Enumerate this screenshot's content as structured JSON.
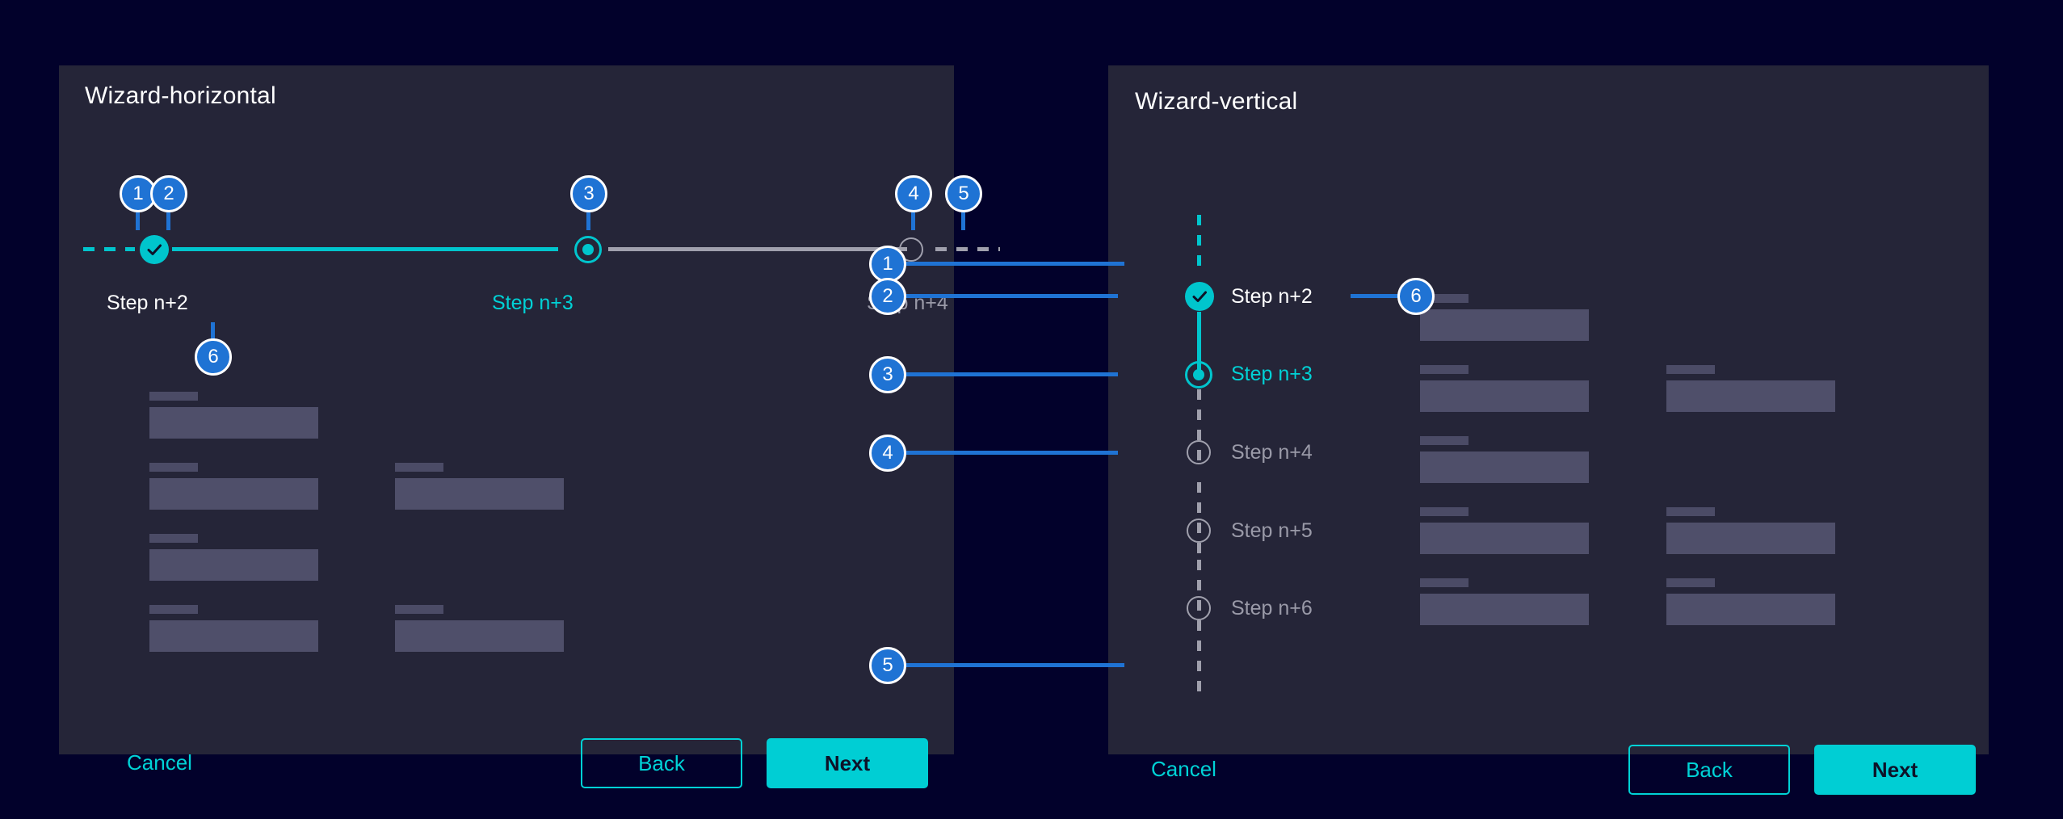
{
  "colors": {
    "page_background": "#02012b",
    "card_background": "#252538",
    "accent_teal": "#00ced4",
    "accent_blue": "#1f73d4",
    "skeleton_label": "#4b4b66",
    "skeleton_field": "#4f4f6a",
    "inactive_grey": "#a0a0ad",
    "text_white": "#ffffff"
  },
  "horizontal": {
    "title": "Wizard-horizontal",
    "markers": [
      {
        "label": "1"
      },
      {
        "label": "2"
      },
      {
        "label": "3"
      },
      {
        "label": "4"
      },
      {
        "label": "5"
      },
      {
        "label": "6"
      }
    ],
    "steps": [
      {
        "label": "Step n+2",
        "state": "complete"
      },
      {
        "label": "Step n+3",
        "state": "active"
      },
      {
        "label": "Step n+4",
        "state": "todo"
      }
    ],
    "footer": {
      "cancel_label": "Cancel",
      "back_label": "Back",
      "next_label": "Next"
    }
  },
  "vertical": {
    "title": "Wizard-vertical",
    "markers": [
      {
        "label": "1"
      },
      {
        "label": "2"
      },
      {
        "label": "3"
      },
      {
        "label": "4"
      },
      {
        "label": "5"
      },
      {
        "label": "6"
      }
    ],
    "steps": [
      {
        "label": "Step n+2",
        "state": "complete"
      },
      {
        "label": "Step n+3",
        "state": "active"
      },
      {
        "label": "Step n+4",
        "state": "todo"
      },
      {
        "label": "Step n+5",
        "state": "todo"
      },
      {
        "label": "Step n+6",
        "state": "todo"
      }
    ],
    "footer": {
      "cancel_label": "Cancel",
      "back_label": "Back",
      "next_label": "Next"
    }
  }
}
